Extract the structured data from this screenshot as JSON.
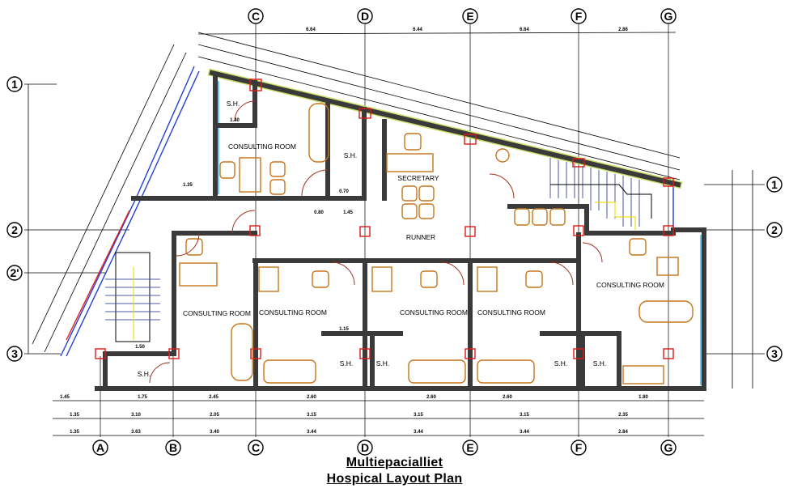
{
  "title": {
    "line1": "Multiepacialliet",
    "line2": "Hospical Layout Plan"
  },
  "grid_columns": [
    "A",
    "B",
    "C",
    "D",
    "E",
    "F",
    "G"
  ],
  "grid_rows": [
    "1",
    "2",
    "2'",
    "3"
  ],
  "rooms": {
    "consulting_top_left": "CONSULTING ROOM",
    "consulting_right": "CONSULTING ROOM",
    "consulting_left": "CONSULTING ROOM",
    "consulting_c_d": "CONSULTING ROOM",
    "consulting_d_e": "CONSULTING ROOM",
    "consulting_e_f": "CONSULTING ROOM",
    "secretary": "SECRETARY",
    "runner": "RUNNER",
    "sh": "S.H."
  },
  "dimensions": {
    "bottom_row1": [
      "1.45",
      "1.75",
      "2.45",
      "2.60",
      "2.60",
      "2.60",
      "1.80"
    ],
    "bottom_row2": [
      "1.35",
      "3.10",
      "2.05",
      "3.15",
      "3.15",
      "3.15",
      "2.35"
    ],
    "bottom_row3": [
      "1.35",
      "3.63",
      "3.40",
      "3.44",
      "3.44",
      "3.44",
      "2.84"
    ],
    "top_row": [
      "6.64",
      "6.44",
      "6.64",
      "2.86"
    ],
    "interior": [
      "1.35",
      "1.40",
      "0.70",
      "1.45",
      "0.80",
      "1.50",
      "1.15"
    ]
  },
  "colors": {
    "wall": "#3a3a3a",
    "wall_highlight": "#c8e06a",
    "furniture": "#c8741a",
    "window": "#6fc9ee",
    "column": "#e01818"
  }
}
